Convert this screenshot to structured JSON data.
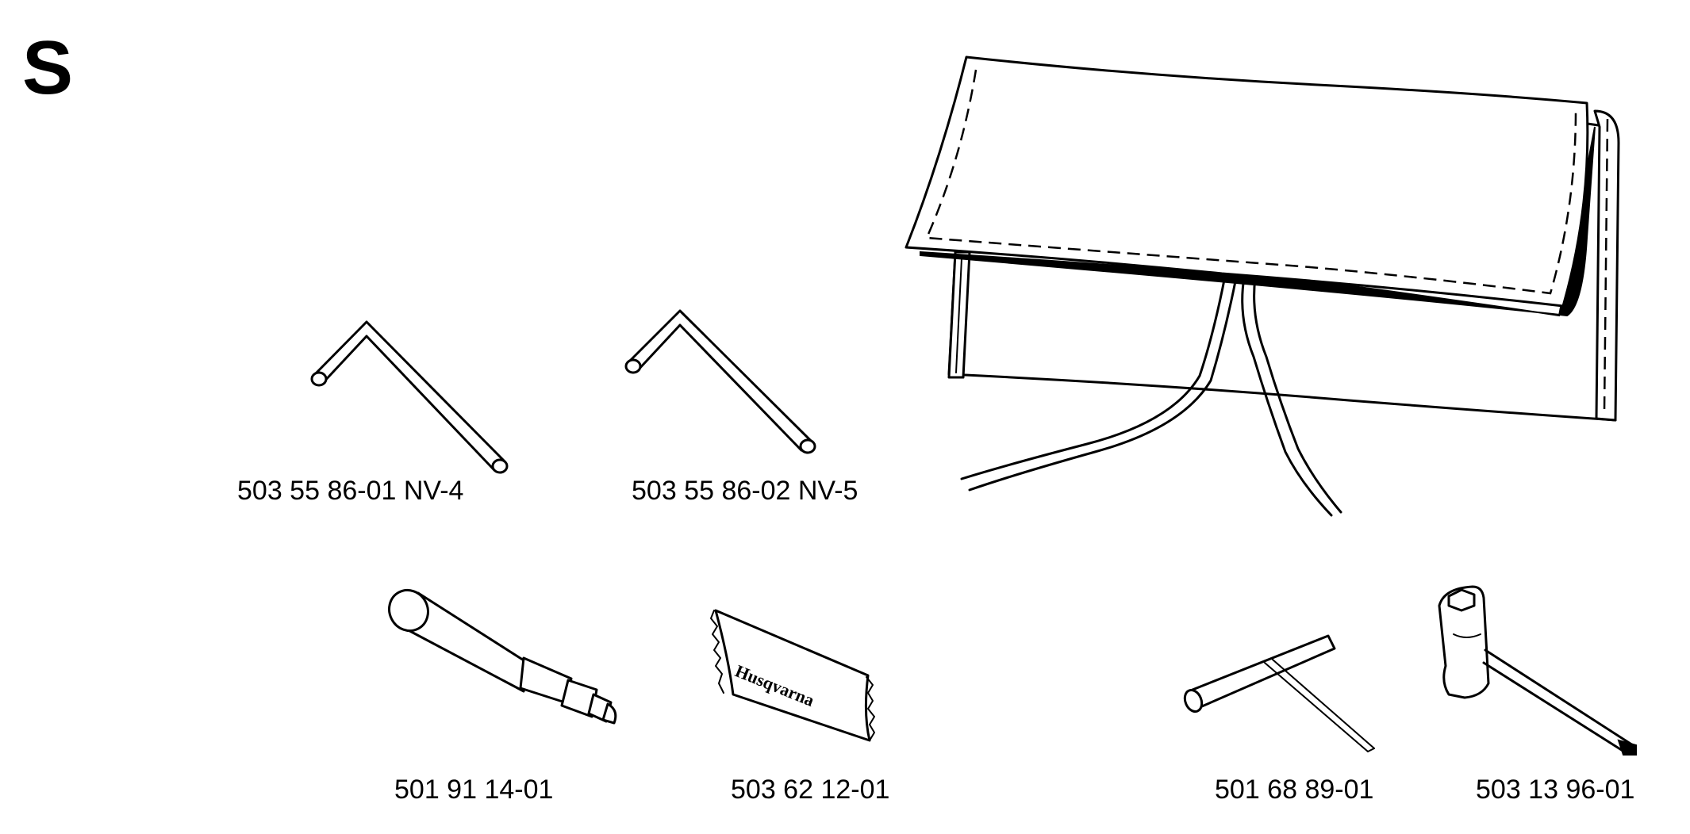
{
  "section": {
    "letter": "S"
  },
  "parts": [
    {
      "id": "hex-key-nv4",
      "number": "503 55 86-01 NV-4"
    },
    {
      "id": "hex-key-nv5",
      "number": "503 55 86-02 NV-5"
    },
    {
      "id": "tool-pouch"
    },
    {
      "id": "sleeve-tool",
      "number": "501 91 14-01"
    },
    {
      "id": "grease-tube",
      "number": "503 62 12-01",
      "print": "Husqvarna"
    },
    {
      "id": "t-wrench",
      "number": "501 68 89-01"
    },
    {
      "id": "combination-spanner",
      "number": "503 13 96-01"
    }
  ]
}
